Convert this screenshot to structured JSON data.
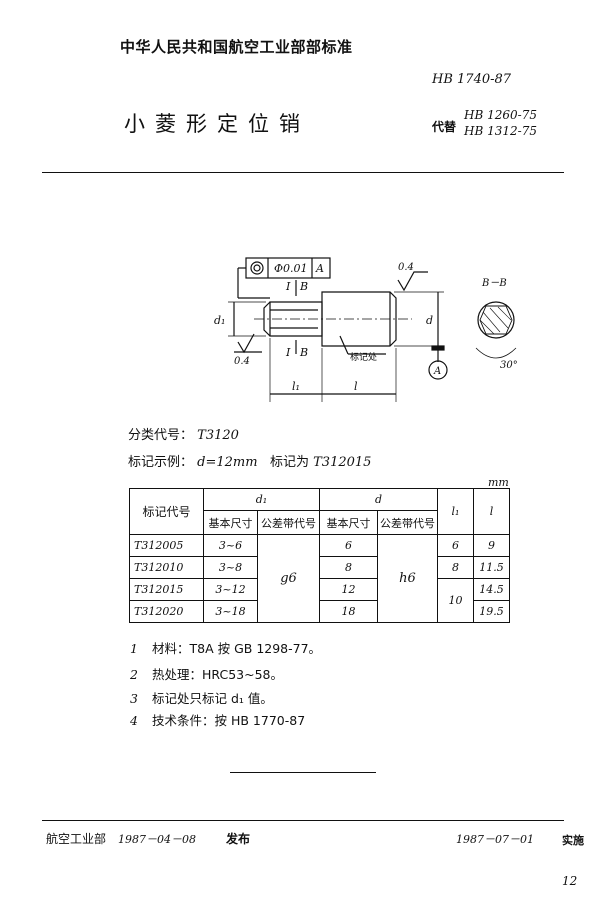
{
  "header": {
    "organization": "中华人民共和国航空工业部部标准",
    "standard_code": "HB 1740-87",
    "title": "小菱形定位销",
    "replaces_label": "代替",
    "replaces": [
      "HB 1260-75",
      "HB 1312-75"
    ]
  },
  "drawing": {
    "tolerance_symbol": "◎",
    "tolerance_value": "Φ0.01",
    "datum": "A",
    "roughness_right": "0.4",
    "roughness_left": "0.4",
    "section_label_top": "B",
    "section_label_bottom": "B",
    "section_marker_top": "I",
    "section_marker_bottom": "I",
    "section_view_label": "B－B",
    "angle": "30°",
    "dim_d1": "d₁",
    "dim_d": "d",
    "dim_l1": "l₁",
    "dim_l": "l",
    "marking_text": "标记处",
    "datum_circle": "A"
  },
  "classification": {
    "label": "分类代号：",
    "value": "T3120"
  },
  "marking_example": {
    "label": "标记示例：",
    "condition": "d=12mm",
    "result_label": "标记为",
    "result": "T312015"
  },
  "table": {
    "unit": "mm",
    "headers": {
      "code": "标记代号",
      "d1": "d₁",
      "d": "d",
      "basic": "基本尺寸",
      "tolerance": "公差带代号",
      "l1": "l₁",
      "l": "l"
    },
    "d1_tolerance": "g6",
    "d_tolerance": "h6",
    "rows": [
      {
        "code": "T312005",
        "d1": "3~6",
        "d": "6",
        "l1": "6",
        "l": "9"
      },
      {
        "code": "T312010",
        "d1": "3~8",
        "d": "8",
        "l1": "8",
        "l": "11.5"
      },
      {
        "code": "T312015",
        "d1": "3~12",
        "d": "12",
        "l1": "10",
        "l": "14.5"
      },
      {
        "code": "T312020",
        "d1": "3~18",
        "d": "18",
        "l1": "",
        "l": "19.5"
      }
    ]
  },
  "notes": [
    {
      "num": "1",
      "text": "材料：T8A 按 GB 1298-77。"
    },
    {
      "num": "2",
      "text": "热处理：HRC53~58。"
    },
    {
      "num": "3",
      "text": "标记处只标记 d₁ 值。"
    },
    {
      "num": "4",
      "text": "技术条件：按 HB 1770-87"
    }
  ],
  "footer": {
    "issuer": "航空工业部",
    "issue_date": "1987－04－08",
    "issue_label": "发布",
    "effective_date": "1987－07－01",
    "effective_label": "实施",
    "page": "12"
  }
}
